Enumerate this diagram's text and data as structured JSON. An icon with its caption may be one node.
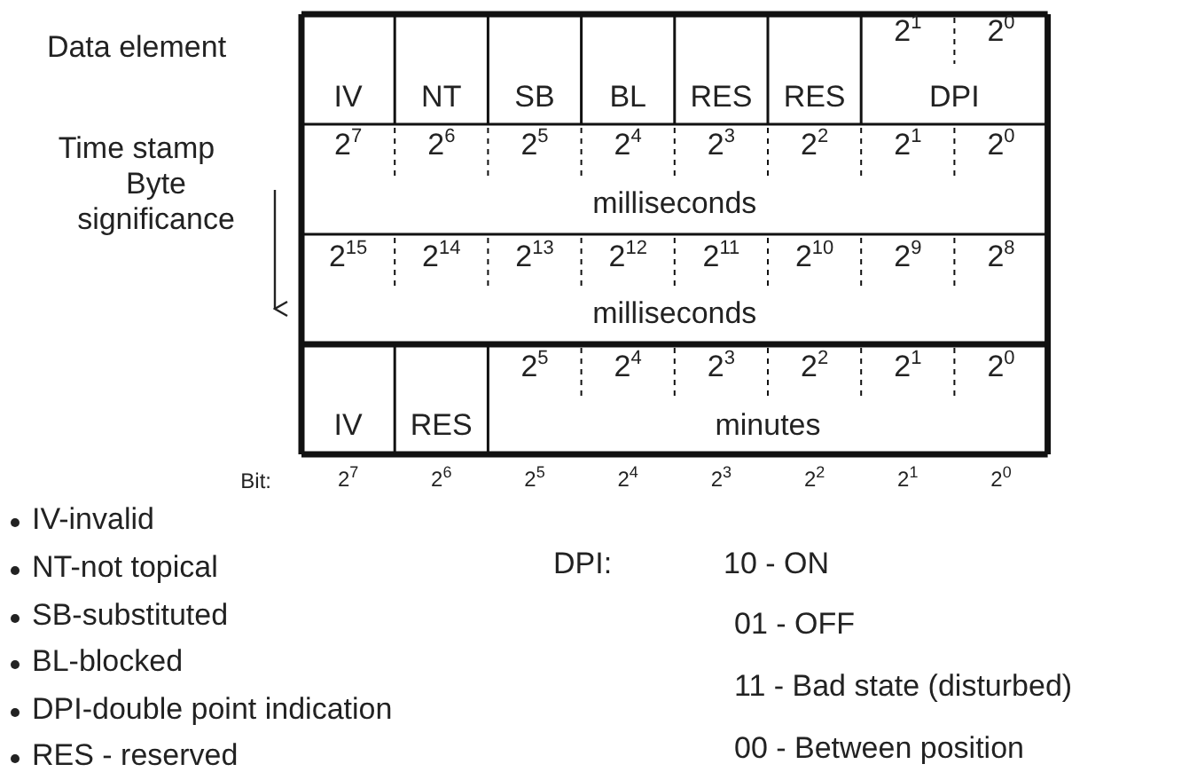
{
  "diagram": {
    "labels": [
      "Data element",
      "2$^{1}$",
      "2$^{0}$",
      "IV",
      "NT",
      "SB",
      "BL",
      "RES",
      "RES",
      "DPI",
      "Time stamp",
      "2$^{7}$",
      "2$^{6}$",
      "2$^{5}$",
      "2$^{4}$",
      "2$^{3}$",
      "2$^{2}$",
      "2$^{1}$",
      "2$^{0}$",
      "Byte significance",
      "milliseconds",
      "2$^{15}$",
      "2$^{14}$",
      "2$^{13}$",
      "2$^{12}$",
      "2$^{11}$",
      "2$^{10}$",
      "2$^{9}$",
      "2$^{8}$",
      "milliseconds",
      "2$^{5}$",
      "2$^{4}$",
      "2$^{3}$",
      "2$^{2}$",
      "2$^{1}$",
      "2$^{0}$",
      "IV",
      "RES",
      "minutes",
      "Bit:",
      "2$^{7}$",
      "2$^{6}$",
      "2$^{5}$",
      "2$^{4}$",
      "2$^{3}$",
      "2$^{2}$",
      "2$^{1}$",
      "2$^{0}$",
      "IV-invalid",
      "NT-not topical",
      "SB-substituted",
      "BL-blocked",
      "DPI-double point indication",
      "RES - reserved",
      "DPI:",
      "10 - ON",
      "01 - OFF",
      "11 - Bad state (disturbed)",
      "00 - Between position"
    ]
  }
}
